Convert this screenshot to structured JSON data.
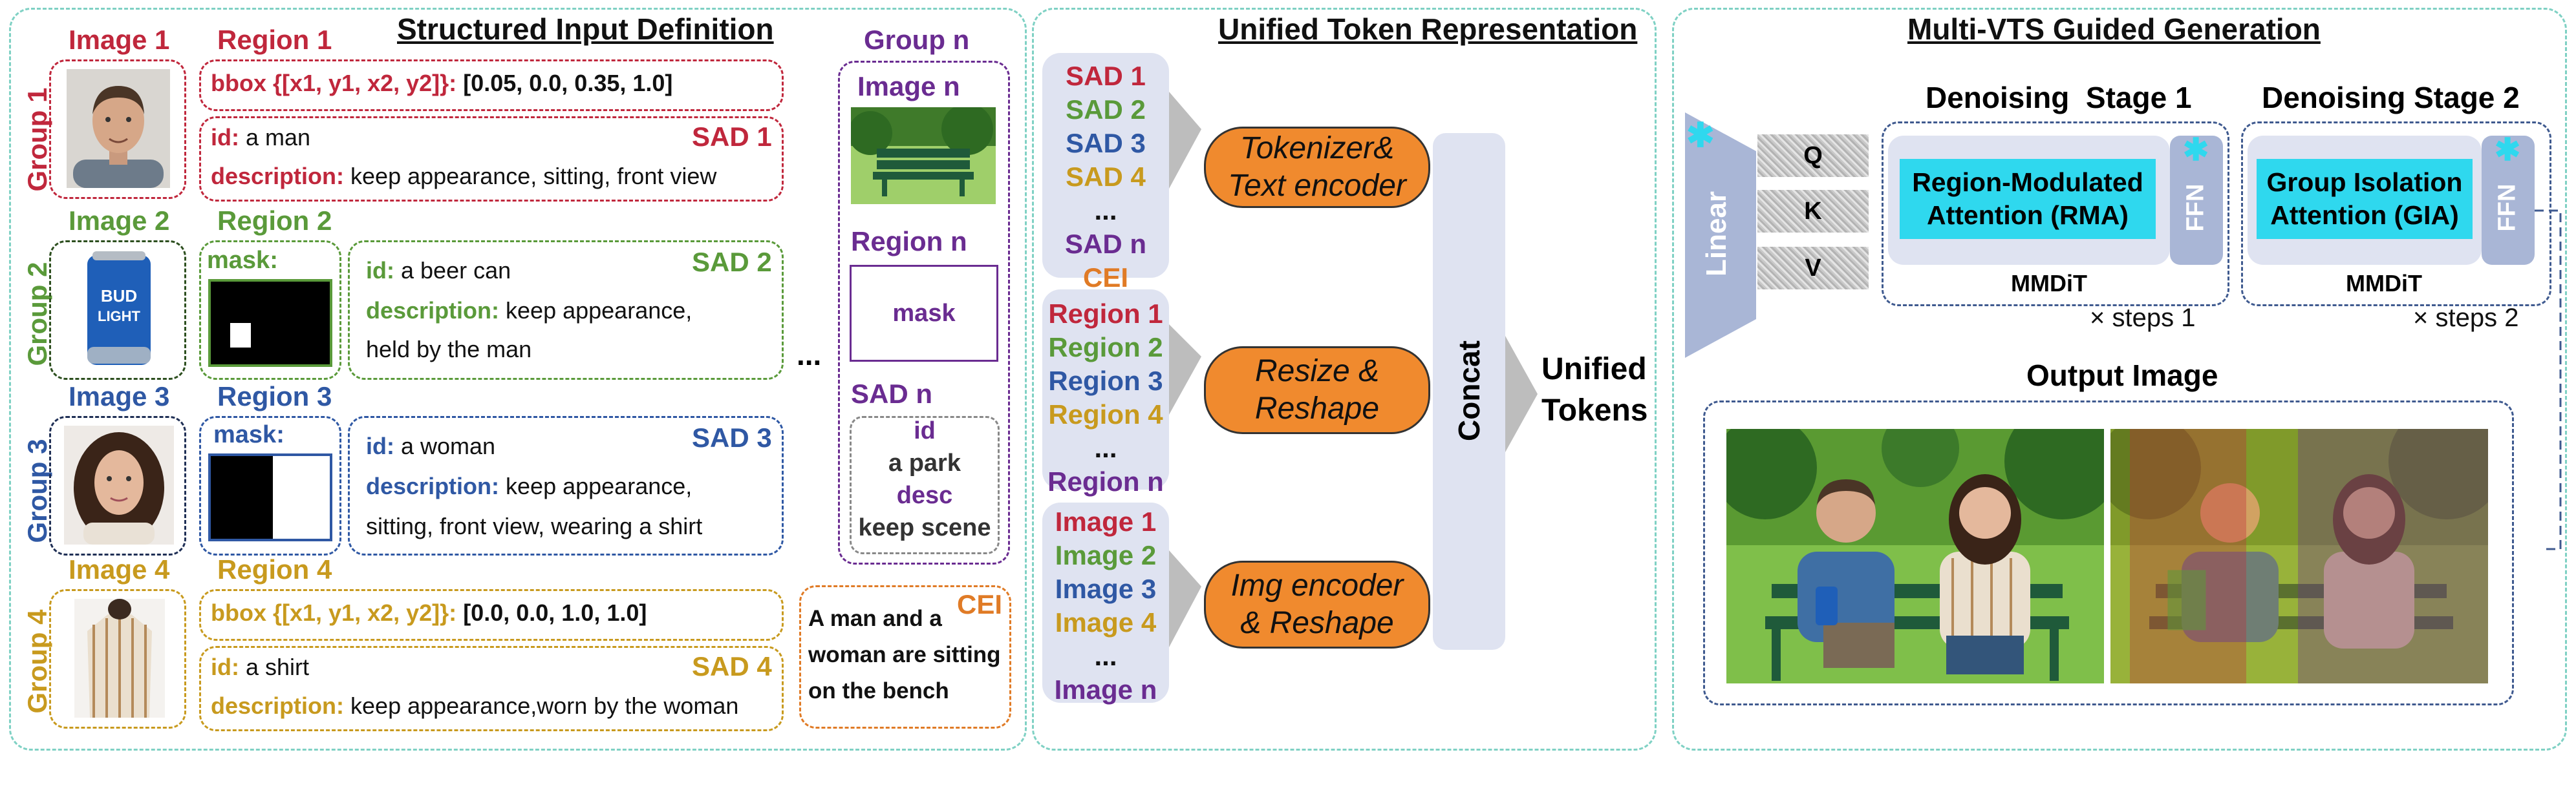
{
  "panel1": {
    "title": "Structured Input Definition",
    "groups": [
      {
        "label": "Group 1",
        "image": "Image 1",
        "region": "Region 1",
        "color": "#c0273c"
      },
      {
        "label": "Group 2",
        "image": "Image 2",
        "region": "Region 2",
        "color": "#5a9a3a"
      },
      {
        "label": "Group 3",
        "image": "Image 3",
        "region": "Region 3",
        "color": "#2f58a4"
      },
      {
        "label": "Group 4",
        "image": "Image 4",
        "region": "Region 4",
        "color": "#c89a1e"
      }
    ],
    "r1_bbox_label": "bbox {[x1, y1, x2, y2]}:",
    "r1_bbox_value": "[0.05, 0.0, 0.35, 1.0]",
    "r4_bbox_label": "bbox {[x1, y1, x2, y2]}:",
    "r4_bbox_value": "[0.0, 0.0, 1.0, 1.0]",
    "mask_label": "mask:",
    "id_label": "id:",
    "desc_label": "description:",
    "sad1": {
      "tag": "SAD 1",
      "id": "a man",
      "desc": "keep appearance, sitting, front view"
    },
    "sad2": {
      "tag": "SAD 2",
      "id": "a beer can",
      "desc1": "keep appearance,",
      "desc2": "held by the man"
    },
    "sad3": {
      "tag": "SAD 3",
      "id": "a woman",
      "desc1": "keep appearance,",
      "desc2": "sitting, front view, wearing a shirt"
    },
    "sad4": {
      "tag": "SAD 4",
      "id": "a shirt",
      "desc": "keep appearance,worn by the woman"
    },
    "ellipsis": "...",
    "groupn": {
      "label": "Group n",
      "image": "Image n",
      "region": "Region n",
      "mask": "mask",
      "sad": "SAD n",
      "id_k": "id",
      "id_v": "a park",
      "desc_k": "desc",
      "desc_v": "keep scene"
    },
    "cei": {
      "tag": "CEI",
      "line1": "A man and a",
      "line2": "woman are sitting",
      "line3": "on the bench"
    }
  },
  "panel2": {
    "title": "Unified Token Representation",
    "sad_tokens": [
      {
        "t": "SAD 1",
        "c": "#c0273c"
      },
      {
        "t": "SAD 2",
        "c": "#5a9a3a"
      },
      {
        "t": "SAD 3",
        "c": "#2f58a4"
      },
      {
        "t": "SAD 4",
        "c": "#c89a1e"
      },
      {
        "t": "...",
        "c": "#111111"
      },
      {
        "t": "SAD n",
        "c": "#6a2c91"
      },
      {
        "t": "CEI",
        "c": "#e07b26"
      }
    ],
    "region_tokens": [
      {
        "t": "Region 1",
        "c": "#c0273c"
      },
      {
        "t": "Region 2",
        "c": "#5a9a3a"
      },
      {
        "t": "Region 3",
        "c": "#2f58a4"
      },
      {
        "t": "Region 4",
        "c": "#c89a1e"
      },
      {
        "t": "...",
        "c": "#111111"
      },
      {
        "t": "Region n",
        "c": "#6a2c91"
      }
    ],
    "image_tokens": [
      {
        "t": "Image 1",
        "c": "#c0273c"
      },
      {
        "t": "Image 2",
        "c": "#5a9a3a"
      },
      {
        "t": "Image 3",
        "c": "#2f58a4"
      },
      {
        "t": "Image 4",
        "c": "#c89a1e"
      },
      {
        "t": "...",
        "c": "#111111"
      },
      {
        "t": "Image n",
        "c": "#6a2c91"
      }
    ],
    "enc1_l1": "Tokenizer&",
    "enc1_l2": "Text encoder",
    "enc2_l1": "Resize &",
    "enc2_l2": "Reshape",
    "enc3_l1": "Img encoder",
    "enc3_l2": "& Reshape",
    "concat": "Concat",
    "unified_l1": "Unified",
    "unified_l2": "Tokens"
  },
  "panel3": {
    "title": "Multi-VTS Guided Generation",
    "linear": "Linear",
    "q": "Q",
    "k": "K",
    "v": "V",
    "stage1": "Denoising  Stage 1",
    "stage2": "Denoising Stage 2",
    "rma_l1": "Region-Modulated",
    "rma_l2": "Attention (RMA)",
    "gia_l1": "Group Isolation",
    "gia_l2": "Attention (GIA)",
    "ffn": "FFN",
    "mmdit": "MMDiT",
    "steps1": "× steps 1",
    "steps2": "× steps 2",
    "output": "Output Image",
    "star": "✱",
    "accent": "#2fd8ee"
  }
}
